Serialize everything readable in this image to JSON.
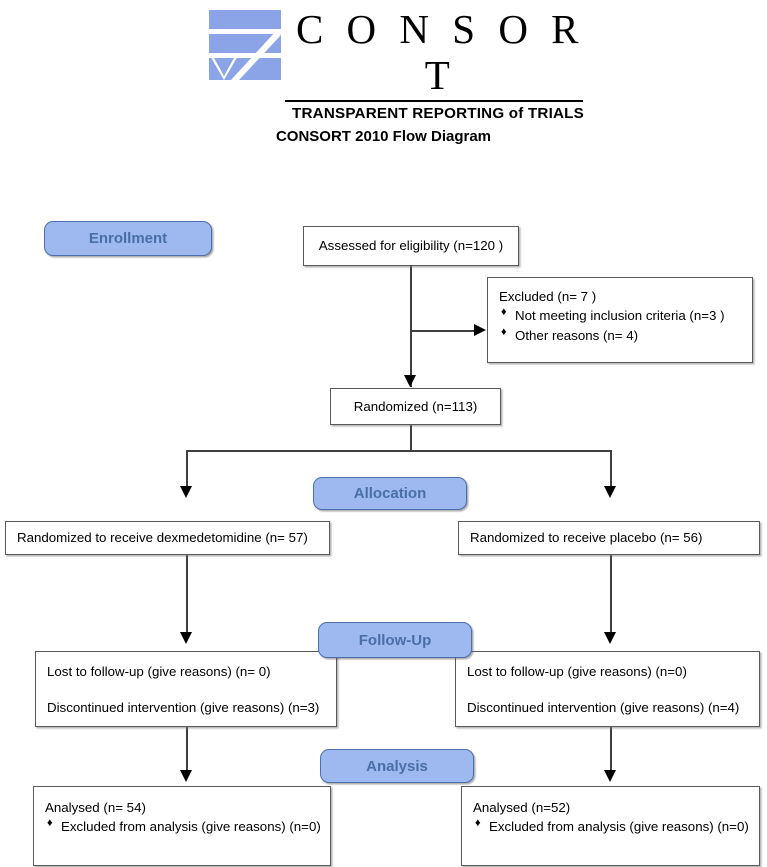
{
  "logo": {
    "mark_name": "consort-logo-mark",
    "wordmark": "C O N S O R T",
    "tagline": "TRANSPARENT REPORTING of TRIALS",
    "bar_color": "#8ba4e8",
    "accent_color": "#ffffff"
  },
  "title": "CONSORT 2010 Flow Diagram",
  "stages": {
    "enrollment": "Enrollment",
    "allocation": "Allocation",
    "followup": "Follow-Up",
    "analysis": "Analysis"
  },
  "boxes": {
    "assessed": "Assessed for eligibility (n=120 )",
    "excluded": {
      "heading": "Excluded  (n= 7 )",
      "items": [
        "Not meeting inclusion criteria (n=3 )",
        "Other reasons (n= 4)"
      ]
    },
    "randomized": "Randomized (n=113)",
    "alloc_left": "Randomized to receive dexmedetomidine (n= 57)",
    "alloc_right": "Randomized to receive placebo (n= 56)",
    "follow_left": {
      "lost": "Lost to follow-up (give reasons) (n= 0)",
      "discontinued": "Discontinued intervention (give reasons) (n=3)"
    },
    "follow_right": {
      "lost": "Lost to follow-up (give reasons) (n=0)",
      "discontinued": "Discontinued intervention (give reasons) (n=4)"
    },
    "analysis_left": {
      "heading": "Analysed  (n= 54)",
      "item": "Excluded from analysis (give reasons) (n=0)"
    },
    "analysis_right": {
      "heading": "Analysed  (n=52)",
      "item": "Excluded from analysis (give reasons) (n=0)"
    }
  },
  "colors": {
    "pill_fill": "#9db9ef",
    "pill_border": "#4c6fad",
    "pill_text": "#4a6fa8",
    "box_border": "#5a5a5a",
    "connector": "#3f3f3f"
  }
}
